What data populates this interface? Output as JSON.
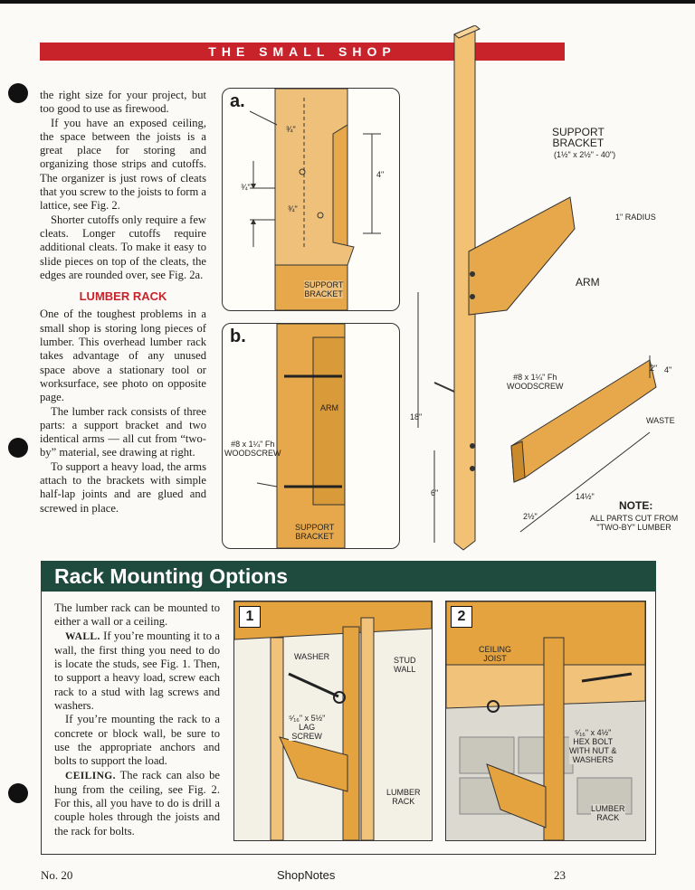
{
  "header": {
    "banner": "THE SMALL SHOP"
  },
  "article": {
    "col1_para1": "the right size for your project, but too good to use as firewood.",
    "col1_para2": "If you have an exposed ceiling, the space between the joists is a great place for storing and organizing those strips and cutoffs. The organizer is just rows of cleats that you screw to the joists to form a lattice, see Fig. 2.",
    "col1_para3": "Shorter cutoffs only require a few cleats. Longer cutoffs require additional cleats. To make it easy to slide pieces on top of the cleats, the edges are rounded over, see Fig. 2a.",
    "subhead": "LUMBER RACK",
    "col1_para4": "One of the toughest problems in a small shop is storing long pieces of lumber. This overhead lumber rack takes advantage of any unused space above a stationary tool or worksurface, see photo on opposite page.",
    "col1_para5": "The lumber rack consists of three parts: a support bracket and two identical arms — all cut from “two-by” material, see drawing at right.",
    "col1_para6": "To support a heavy load, the arms attach to the brackets with simple half-lap joints and are glued and screwed in place."
  },
  "fig_a": {
    "label": "a.",
    "dim_top": "¾\"",
    "dim_side": "¾\"",
    "dim_mid": "¾\"",
    "dim_right": "4\"",
    "callout": "SUPPORT\nBRACKET"
  },
  "fig_b": {
    "label": "b.",
    "callout_arm": "ARM",
    "callout_screw": "#8 x 1¼\" Fh\nWOODSCREW",
    "callout_bracket": "SUPPORT\nBRACKET"
  },
  "main_drawing": {
    "support_bracket": "SUPPORT\nBRACKET",
    "support_dims": "(1½\" x 2½\" - 40\")",
    "radius": "1\" RADIUS",
    "arm": "ARM",
    "screw": "#8 x 1¼\" Fh\nWOODSCREW",
    "dim_18": "18\"",
    "dim_6": "6\"",
    "dim_2": "2\"",
    "dim_4": "4\"",
    "waste": "WASTE",
    "dim_14": "14½\"",
    "dim_2half": "2½\"",
    "note_title": "NOTE:",
    "note_text": "ALL PARTS CUT FROM\n\"TWO-BY\" LUMBER"
  },
  "rack_section": {
    "title": "Rack Mounting Options",
    "para1": "The lumber rack can be mounted to either a wall or a ceiling.",
    "wall_label": "WALL.",
    "para2": " If you’re mounting it to a wall, the first thing you need to do is locate the studs, see Fig. 1. Then, to support a heavy load, screw each rack to a stud with lag screws and washers.",
    "para3": "If you’re mounting the rack to a concrete or block wall, be sure to use the appropriate anchors and bolts to support the load.",
    "ceiling_label": "CEILING.",
    "para4": " The rack can also be hung from the ceiling, see Fig. 2. For this, all you have to do is drill a couple holes through the joists and the rack for bolts.",
    "fig1": {
      "num": "1",
      "washer": "WASHER",
      "stud_wall": "STUD\nWALL",
      "lag_screw": "⁵⁄₁₆\" x 5½\"\nLAG\nSCREW",
      "lumber_rack": "LUMBER\nRACK"
    },
    "fig2": {
      "num": "2",
      "ceiling_joist": "CEILING\nJOIST",
      "hex_bolt": "⁵⁄₁₆\" x 4½\"\nHEX BOLT\nWITH NUT &\nWASHERS",
      "lumber_rack": "LUMBER\nRACK"
    }
  },
  "footer": {
    "issue": "No. 20",
    "magazine": "ShopNotes",
    "page": "23"
  },
  "colors": {
    "banner_red": "#c8232b",
    "section_green": "#1f4b3f",
    "wood": "#e4a33f"
  }
}
